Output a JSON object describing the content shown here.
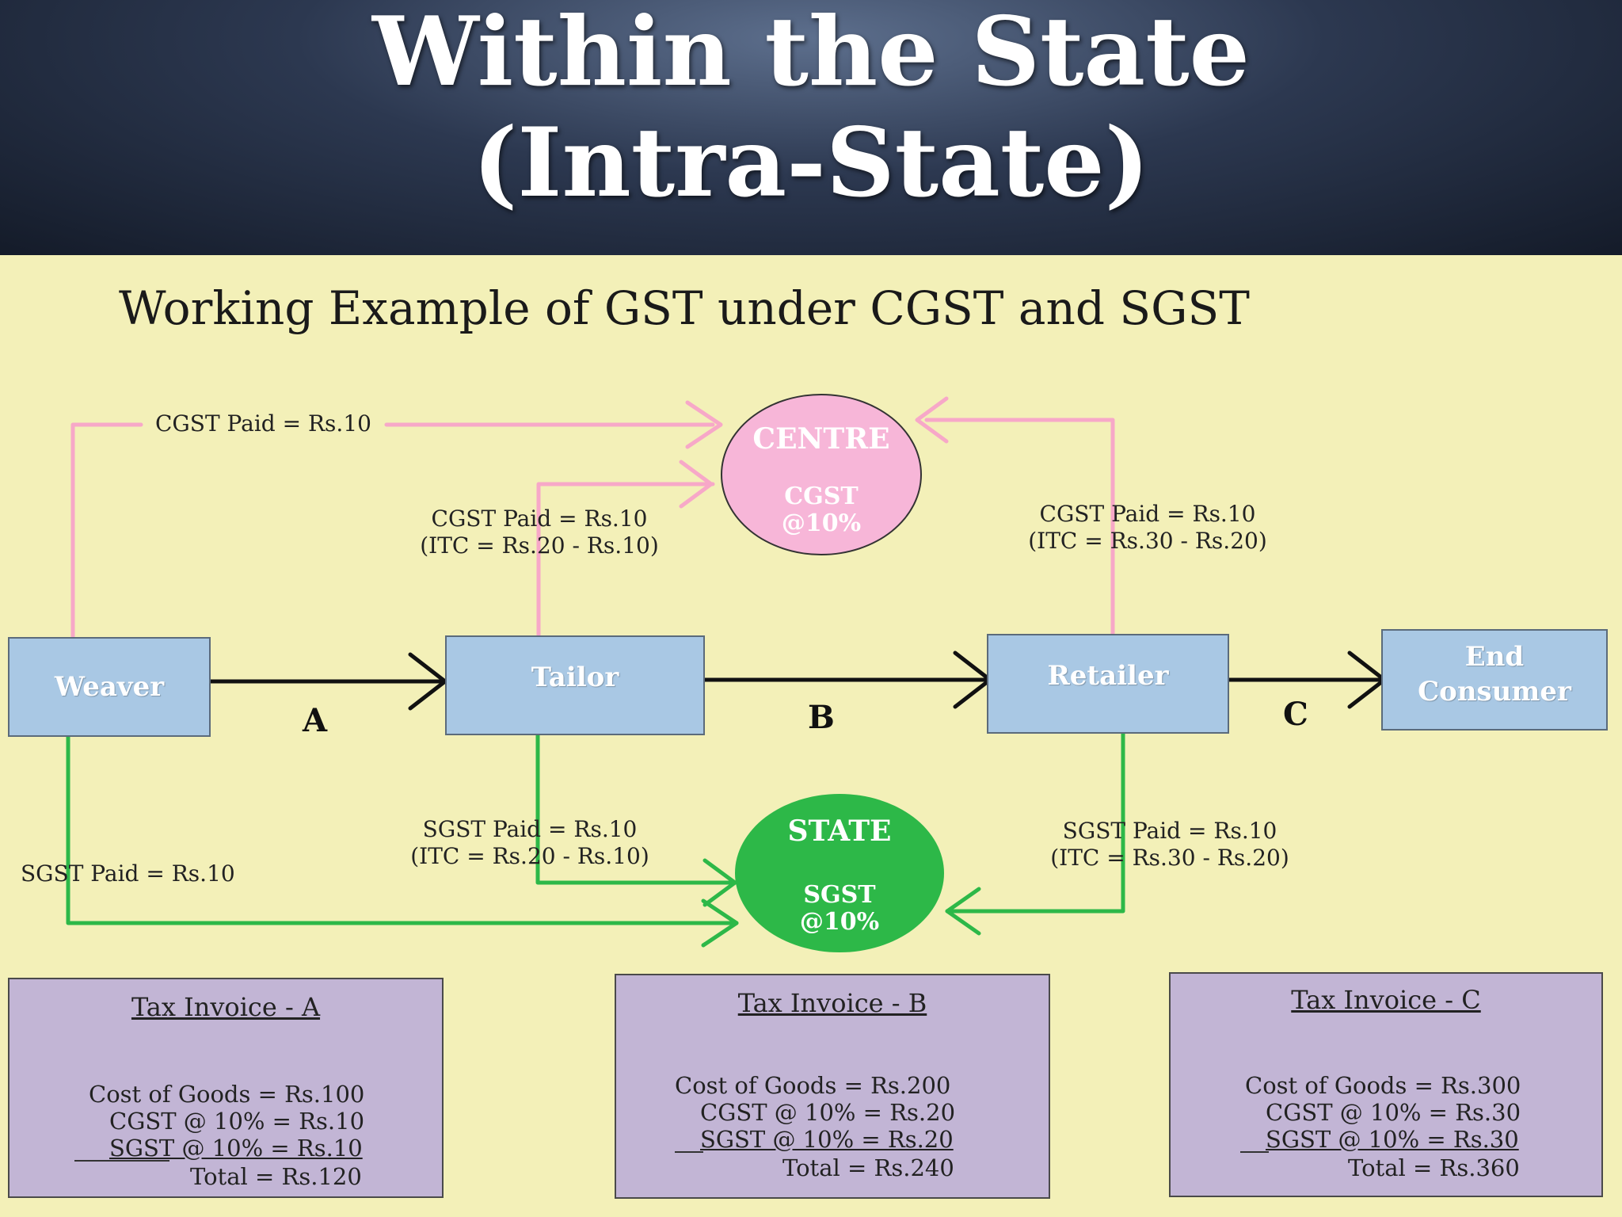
{
  "header": {
    "title_line1": "Within the State",
    "title_line2": "(Intra-State)"
  },
  "subtitle": "Working Example of GST under CGST and SGST",
  "nodes": {
    "weaver": "Weaver",
    "tailor": "Tailor",
    "retailer": "Retailer",
    "end_consumer_line1": "End",
    "end_consumer_line2": "Consumer"
  },
  "centre": {
    "name": "CENTRE",
    "tax": "CGST",
    "rate": "@10%"
  },
  "state": {
    "name": "STATE",
    "tax": "SGST",
    "rate": "@10%"
  },
  "segments": {
    "a": "A",
    "b": "B",
    "c": "C"
  },
  "labels": {
    "weaver_cgst": "CGST Paid = Rs.10",
    "tailor_cgst_line1": "CGST Paid = Rs.10",
    "tailor_cgst_line2": "(ITC = Rs.20 - Rs.10)",
    "retailer_cgst_line1": "CGST Paid = Rs.10",
    "retailer_cgst_line2": "(ITC = Rs.30 - Rs.20)",
    "weaver_sgst": "SGST Paid = Rs.10",
    "tailor_sgst_line1": "SGST Paid = Rs.10",
    "tailor_sgst_line2": "(ITC = Rs.20 - Rs.10)",
    "retailer_sgst_line1": "SGST Paid = Rs.10",
    "retailer_sgst_line2": "(ITC = Rs.30 - Rs.20)"
  },
  "invoices": [
    {
      "title": "Tax Invoice - A",
      "cost": "Cost of Goods = Rs.100",
      "cgst": "CGST @ 10% = Rs.10",
      "sgst": "SGST @ 10% = Rs.10",
      "total": "Total = Rs.120"
    },
    {
      "title": "Tax Invoice - B",
      "cost": "Cost of Goods = Rs.200",
      "cgst": "CGST @ 10% = Rs.20",
      "sgst": "SGST @ 10% = Rs.20",
      "total": "Total = Rs.240"
    },
    {
      "title": "Tax Invoice - C",
      "cost": "Cost of Goods = Rs.300",
      "cgst": "CGST @ 10% = Rs.30",
      "sgst": "SGST @ 10% = Rs.30",
      "total": "Total = Rs.360"
    }
  ],
  "colors": {
    "cgst_line": "#f7a8c8",
    "sgst_line": "#2db848",
    "flow_line": "#111111",
    "box_fill": "#a9c8e4",
    "invoice_fill": "#c2b5d5",
    "background": "#f3f0b8"
  }
}
